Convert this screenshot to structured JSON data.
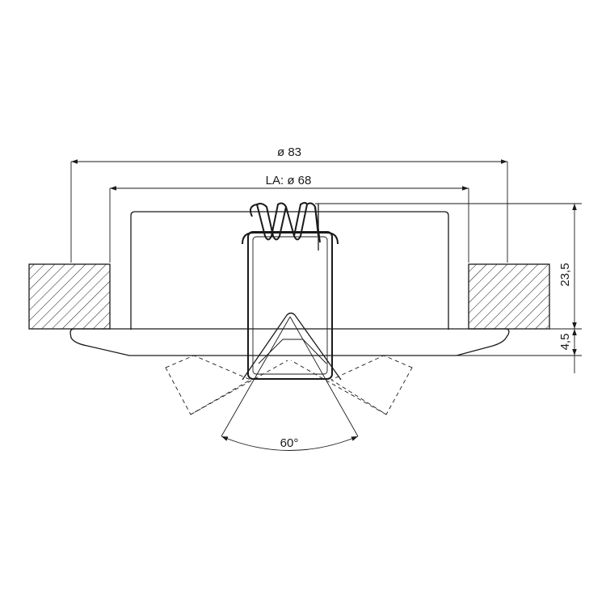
{
  "dimensions": {
    "outer_diameter": "ø 83",
    "cutout_diameter": "LA: ø 68",
    "height_above": "23,5",
    "height_below": "4,5",
    "tilt_angle": "60°"
  },
  "colors": {
    "line": "#1a1a1a",
    "background": "#ffffff"
  }
}
